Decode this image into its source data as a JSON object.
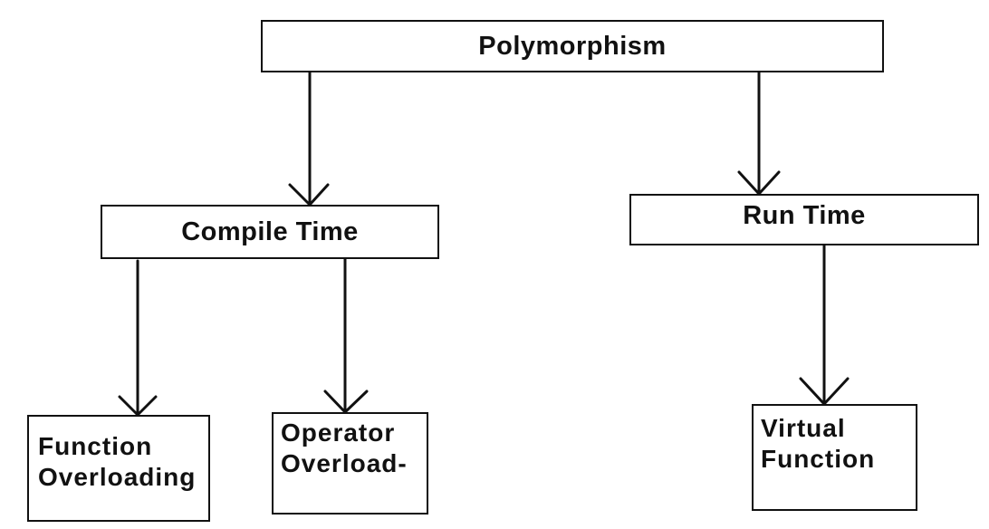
{
  "diagram": {
    "root": {
      "label": "Polymorphism"
    },
    "compile_time": {
      "label": "Compile Time"
    },
    "run_time": {
      "label": "Run Time"
    },
    "function_overloading": {
      "line1": "Function",
      "line2": "Overloading"
    },
    "operator_overloading": {
      "line1": "Operator",
      "line2": "Overload-"
    },
    "virtual_function": {
      "line1": "Virtual",
      "line2": "Function"
    }
  }
}
